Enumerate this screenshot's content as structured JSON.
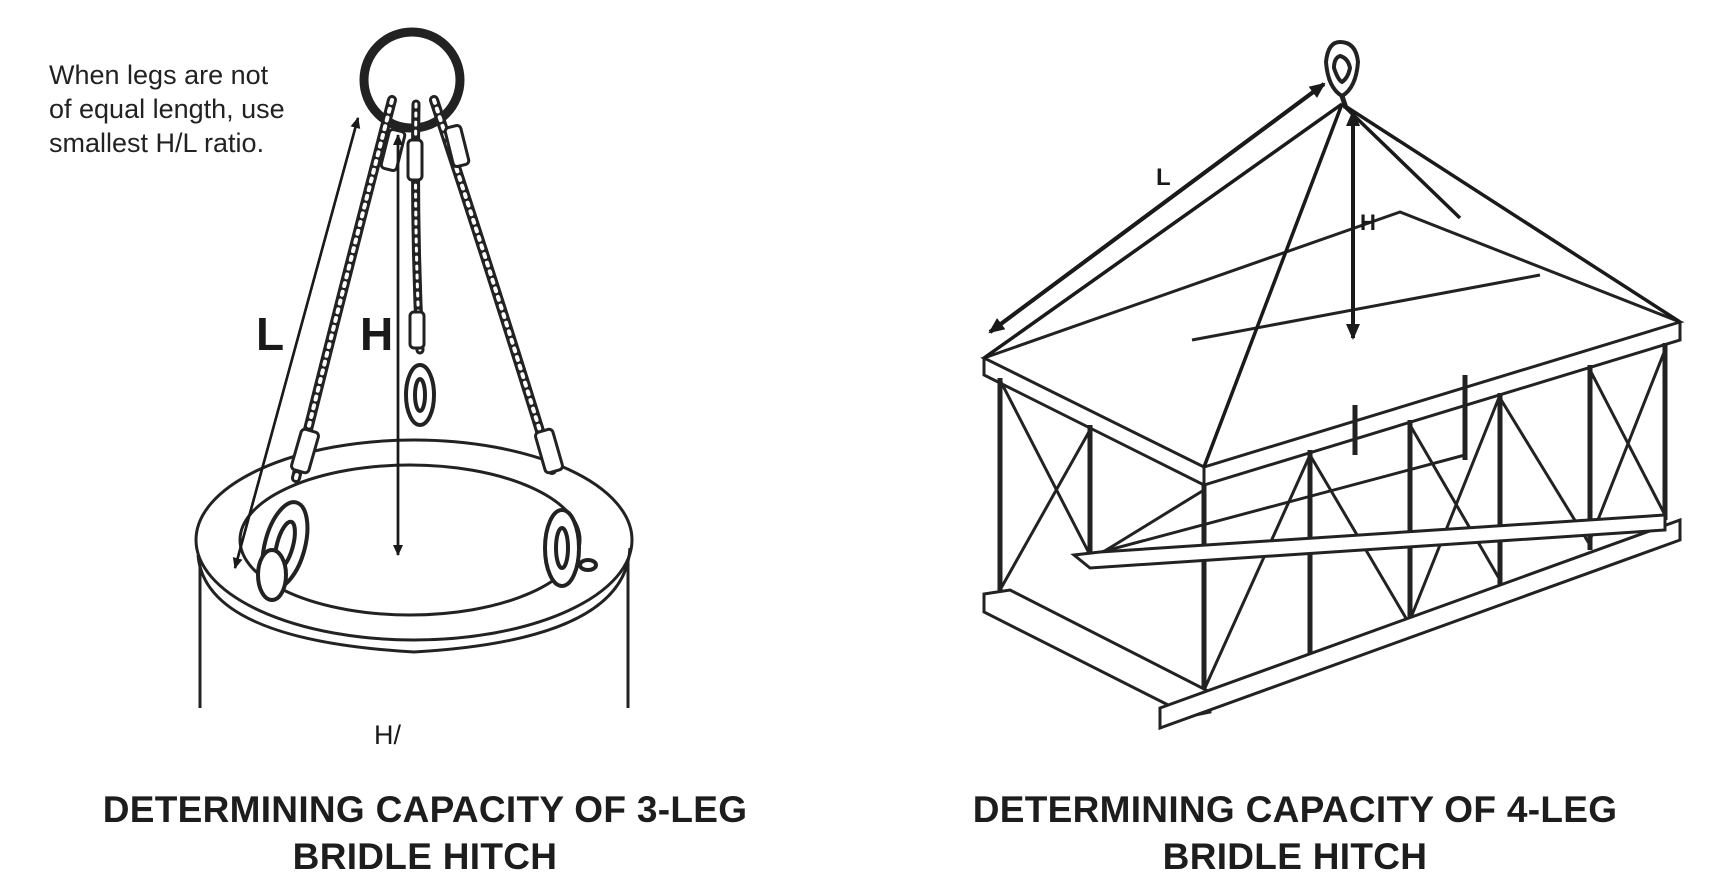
{
  "left_figure": {
    "note_lines": [
      "When legs are not",
      "of equal length, use",
      "smallest H/L ratio."
    ],
    "label_L": "L",
    "label_H": "H",
    "label_ratio": "H/",
    "caption_lines": [
      "DETERMINING CAPACITY OF 3-LEG",
      "BRIDLE HITCH"
    ]
  },
  "right_figure": {
    "label_L": "L",
    "label_H": "H",
    "caption_lines": [
      "DETERMINING CAPACITY OF 4-LEG",
      "BRIDLE HITCH"
    ]
  }
}
